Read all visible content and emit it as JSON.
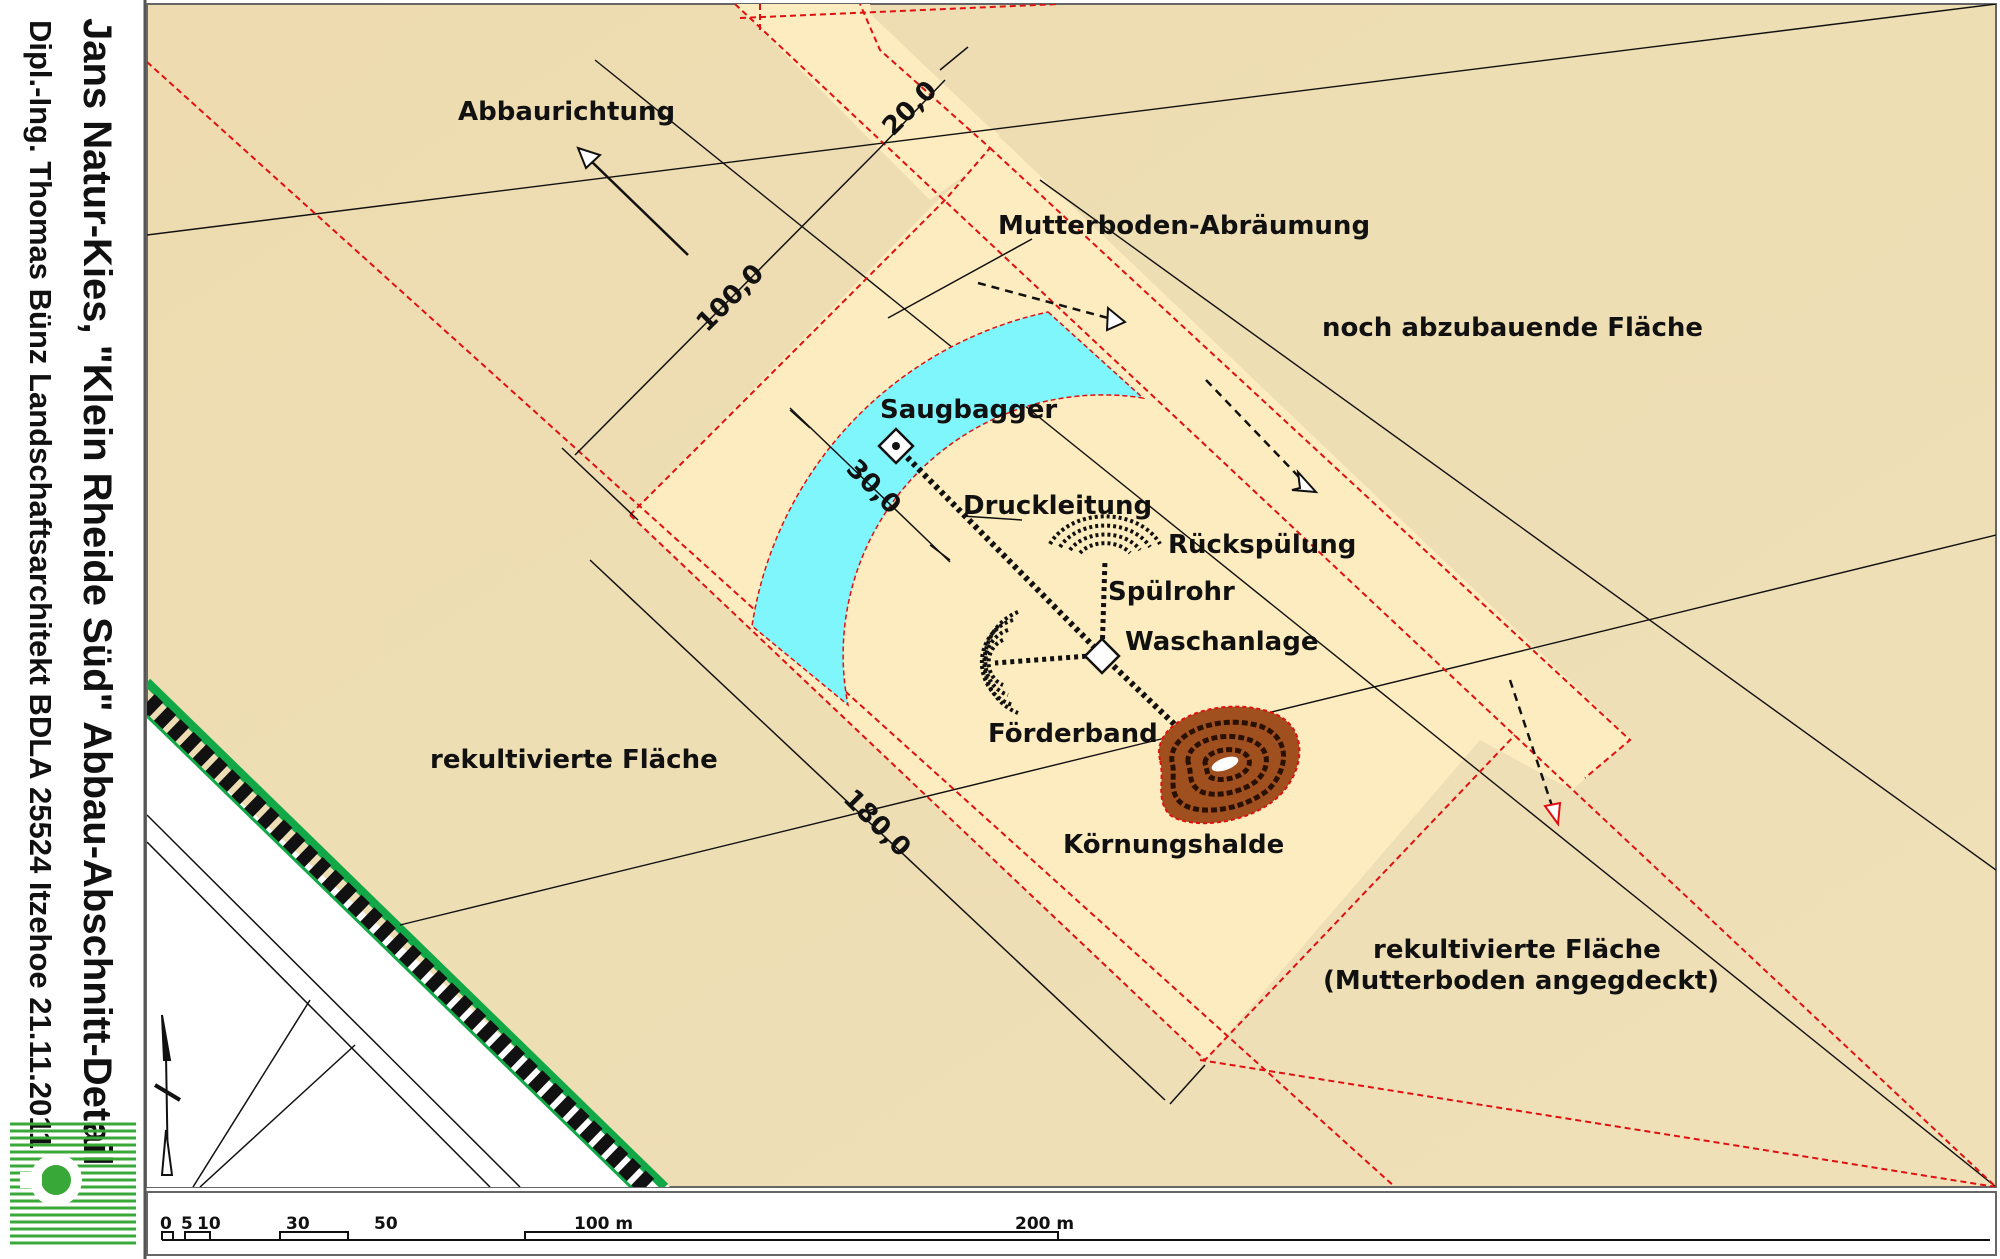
{
  "title_block": {
    "project": "Jans Natur-Kies, \"Klein Rheide Süd\" Abbau-Abschnitt-Detail",
    "author": "Dipl.-Ing. Thomas Bünz Landschaftsarchitekt BDLA  25524 Itzehoe 21.11.2011"
  },
  "labels": {
    "abbaurichtung": "Abbaurichtung",
    "mutterboden": "Mutterboden-Abräumung",
    "noch_abzubauen": "noch abzubauende Fläche",
    "saugbagger": "Saugbagger",
    "druckleitung": "Druckleitung",
    "rueckspuelung": "Rückspülung",
    "spuelrohr": "Spülrohr",
    "waschanlage": "Waschanlage",
    "foerderband": "Förderband",
    "koernungshalde": "Körnungshalde",
    "rekultiviert_left": "rekultivierte Fläche",
    "rekultiviert_right_1": "rekultivierte Fläche",
    "rekultiviert_right_2": "(Mutterboden angegdeckt)"
  },
  "dimensions": {
    "d20": "20,0",
    "d100": "100,0",
    "d30": "30,0",
    "d180": "180,0"
  },
  "scale_bar": {
    "ticks": [
      "0",
      "5",
      "10",
      "30",
      "50",
      "100 m",
      "200 m"
    ]
  },
  "colors": {
    "terrain": "#efdfb4",
    "active_area": "#fdecbf",
    "water": "#7ff6fb",
    "boundary": "#e01010",
    "halde": "#a0501e",
    "railway_green": "#12a848",
    "logo_green": "#38a838"
  }
}
